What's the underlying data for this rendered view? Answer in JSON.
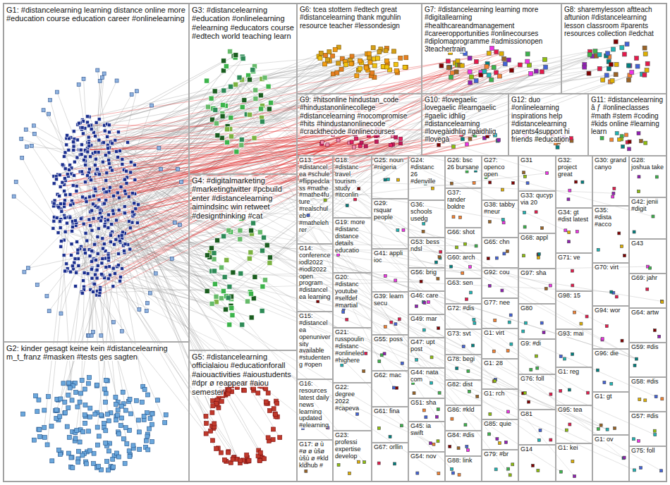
{
  "diagram": {
    "nodes": [
      {
        "text": [
          "G1: #distancelearning learning distance online more #education course education career #onlinelearning"
        ]
      },
      {
        "text": [
          "G2: kinder gesagt keine kein #distancelearning m_t_franz #masken #tests ges sagten"
        ]
      },
      {
        "text": [
          "G3: #distancelearning #education #onlinelearning #elearning #educators course #edtech world teaching learn"
        ]
      },
      {
        "text": [
          "G4: #digitalmarketing #marketingtwitter #pcbuild enter #distancelearning aimindsinc win retweet #designthinking #cat"
        ]
      },
      {
        "text": [
          "G5: #distancelearning officialaiou #educationforall #aiouactivities #aioustudents #dpr ø reappear #aiou semester"
        ]
      },
      {
        "text": [
          "G6: tcea stottern #edtech great #distancelearning thank mguhlin resource teacher #lessondesign"
        ]
      },
      {
        "text": [
          "G7: #distancelearning learning more #digitallearning #healthcareandmanagement #careeropportunities #onlinecourses #diplomaprogramme #admissionopen 3teachertrain"
        ]
      },
      {
        "text": [
          "G8: sharemylesson aftteach aftunion #distancelearning lesson classroom #parents resources collection #edchat"
        ]
      },
      {
        "text": [
          "G9: #hitsonline hindustan_code #hindustanonlinecollege #distancelearning #nocompromise #hits #hindustanonlinecode #crackthecode #onlinecourses"
        ]
      },
      {
        "text": [
          "G10: #lovegaelic lovegaelic #learngaelic #gaelic idhlig #distancelearning #lovegàidhlig #gàidhlig #lovegà"
        ]
      },
      {
        "text": [
          "G12: duo #onlinelearning inspirations help #distancelearning parents4support hi friends #education"
        ]
      },
      {
        "text": [
          "G11: #distancelearning â ƒ #onlineclasses #math #stem #coding #kids online #learning learn"
        ]
      },
      {
        "text": [
          "G13: #distancelea #schule #flippedclass #mathe #mathe4future #realschuleb #mathelehrer"
        ]
      },
      {
        "text": [
          "G14: conference iodl2022 #iodl2022 open program #distancelea learning"
        ]
      },
      {
        "text": [
          "G15: #distancelea openuniversity available #studenteng #open"
        ]
      },
      {
        "text": [
          "G16: resources latest daily news learning updated #elearning"
        ]
      },
      {
        "text": [
          "G17: ø ù #ø ø ùšø ùšù ø #kld kldhub #"
        ]
      },
      {
        "text": [
          "G18: #distanc travel tourism study #itconlin"
        ]
      },
      {
        "text": [
          "G19: more #distanc distance details educatio"
        ]
      },
      {
        "text": [
          "G20: #distanc youtube #selfdef #martial"
        ]
      },
      {
        "text": [
          "G21: russpoulin #distanc #onlineled #highere"
        ]
      },
      {
        "text": [
          "G22: degree 2022 #capeva"
        ]
      },
      {
        "text": [
          "G23: professi expertise develop"
        ]
      },
      {
        "text": [
          "G25: noun #nigeria"
        ]
      },
      {
        "text": [
          "G29: rsquar people"
        ]
      },
      {
        "text": [
          "G41: appli ioc"
        ]
      },
      {
        "text": [
          "G39: learn secu"
        ]
      },
      {
        "text": [
          "G55: poss"
        ]
      },
      {
        "text": [
          "G62: mac"
        ]
      },
      {
        "text": [
          "G61: fina"
        ]
      },
      {
        "text": [
          "G67: orllin"
        ]
      },
      {
        "text": [
          "G24: #distanc 26 #denville"
        ]
      },
      {
        "text": [
          "G36: schools usedg"
        ]
      },
      {
        "text": [
          "G53: bess ndsl"
        ]
      },
      {
        "text": [
          "G56: brig"
        ]
      },
      {
        "text": [
          "G46: care"
        ]
      },
      {
        "text": [
          "G49: mar"
        ]
      },
      {
        "text": [
          "G47: upt post"
        ]
      },
      {
        "text": [
          "G44: nata com"
        ]
      },
      {
        "text": [
          "G51: sha"
        ]
      },
      {
        "text": [
          "G45: ia swift"
        ]
      },
      {
        "text": [
          "G54: nov"
        ]
      },
      {
        "text": [
          "G26: bsc 26 bursane"
        ]
      },
      {
        "text": [
          "G37: rander boldre"
        ]
      },
      {
        "text": [
          "G66: shot"
        ]
      },
      {
        "text": [
          "G60: arch"
        ]
      },
      {
        "text": [
          "G63: sen"
        ]
      },
      {
        "text": [
          "G72: #dis"
        ]
      },
      {
        "text": [
          "G73: svt"
        ]
      },
      {
        "text": [
          "G78: begi"
        ]
      },
      {
        "text": [
          "G82: dist"
        ]
      },
      {
        "text": [
          "G86: #kld"
        ]
      },
      {
        "text": [
          "G84: #dis"
        ]
      },
      {
        "text": [
          "G88: link"
        ]
      },
      {
        "text": [
          "G27: openco open"
        ]
      },
      {
        "text": [
          "G38: tabby #neur"
        ]
      },
      {
        "text": [
          "G65: chn"
        ]
      },
      {
        "text": [
          "G92: cou"
        ]
      },
      {
        "text": [
          "G77: nee"
        ]
      },
      {
        "text": [
          "G1: virt"
        ]
      },
      {
        "text": [
          "G1: 28"
        ]
      },
      {
        "text": [
          "G1: rch"
        ]
      },
      {
        "text": [
          "G85: quie"
        ]
      },
      {
        "text": [
          "G79: #br"
        ]
      },
      {
        "text": [
          "G31"
        ]
      },
      {
        "text": [
          "G33: qucyp via 20"
        ]
      },
      {
        "text": [
          "G68: appl"
        ]
      },
      {
        "text": [
          "G97: sha"
        ]
      },
      {
        "text": [
          "G80"
        ]
      },
      {
        "text": [
          "G9: #di"
        ]
      },
      {
        "text": [
          "G76: foll"
        ]
      },
      {
        "text": [
          "G81"
        ]
      },
      {
        "text": [
          "G14"
        ]
      },
      {
        "text": [
          "G32: project great"
        ]
      },
      {
        "text": [
          "G34: gt #dist latest"
        ]
      },
      {
        "text": [
          "G71: ve"
        ]
      },
      {
        "text": [
          "G98: 15"
        ]
      },
      {
        "text": [
          "G93: mai"
        ]
      },
      {
        "text": [
          "G1: reg"
        ]
      },
      {
        "text": [
          "G95: tea"
        ]
      },
      {
        "text": [
          "G1: kei"
        ]
      },
      {
        "text": [
          "G30: grand canyo"
        ]
      },
      {
        "text": [
          "G35: #dista #acco"
        ]
      },
      {
        "text": [
          "G70: virt"
        ]
      },
      {
        "text": [
          "G94: wor"
        ]
      },
      {
        "text": [
          "G96: die"
        ]
      },
      {
        "text": [
          "G1: gt"
        ]
      },
      {
        "text": [
          "G1: ov"
        ]
      },
      {
        "text": [
          "G28: joshua take"
        ]
      },
      {
        "text": [
          "G42: jenii #digit"
        ]
      },
      {
        "text": [
          "G43"
        ]
      },
      {
        "text": [
          "G69: jahr"
        ]
      },
      {
        "text": [
          "G64: artw"
        ]
      },
      {
        "text": [
          "G59: #dis"
        ]
      },
      {
        "text": [
          "G58: #dis"
        ]
      },
      {
        "text": [
          "G57: #dis"
        ]
      },
      {
        "text": [
          "G75: foll"
        ]
      }
    ]
  }
}
